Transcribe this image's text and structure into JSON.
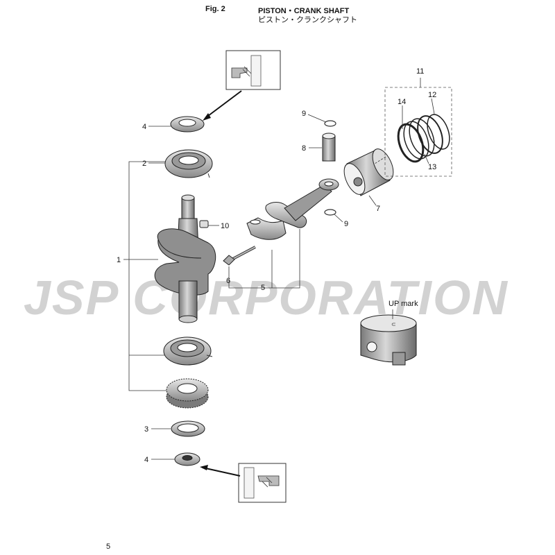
{
  "header": {
    "fig_number": "Fig. 2",
    "title_en": "PISTON・CRANK SHAFT",
    "title_jp": "ピストン・クランクシャフト"
  },
  "watermark": {
    "text": "JSP CORPORATION",
    "color": "#c9c9c9"
  },
  "callouts": {
    "c1": "1",
    "c2": "2",
    "c3": "3",
    "c4_top": "4",
    "c4_bottom": "4",
    "c5": "5",
    "c6": "6",
    "c7": "7",
    "c8": "8",
    "c9_top": "9",
    "c9_bottom": "9",
    "c10": "10",
    "c11": "11",
    "c12": "12",
    "c13": "13",
    "c14": "14"
  },
  "up_mark_label": "UP mark",
  "page_number": "5"
}
